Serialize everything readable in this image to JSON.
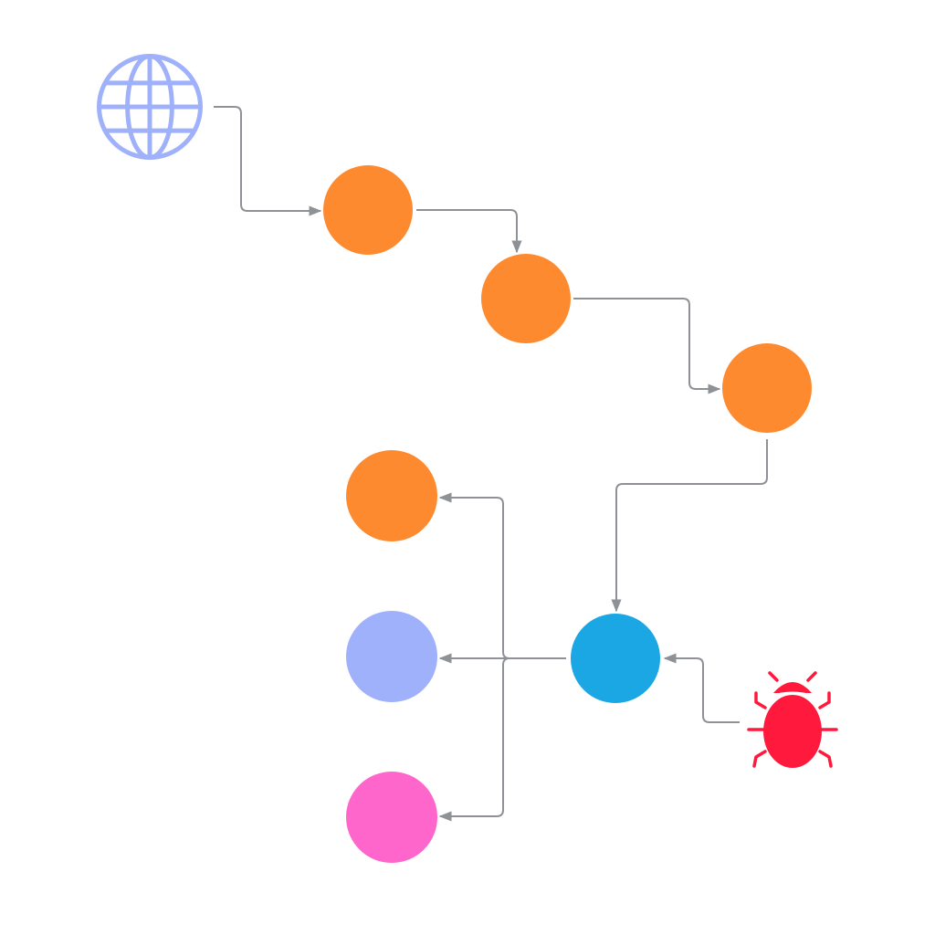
{
  "diagram": {
    "colors": {
      "background": "#ffffff",
      "connector": "#8e9196",
      "globe": "#9fb1fb",
      "orange": "#fe8a2f",
      "blue": "#1aa7e4",
      "periwinkle": "#9fb1fb",
      "pink": "#ff66cc",
      "bug": "#ff1a3d"
    },
    "nodes": [
      {
        "id": "globe",
        "kind": "icon",
        "icon": "globe-icon",
        "color": "globe"
      },
      {
        "id": "node-1",
        "kind": "circle",
        "color": "orange"
      },
      {
        "id": "node-2",
        "kind": "circle",
        "color": "orange"
      },
      {
        "id": "node-3",
        "kind": "circle",
        "color": "orange"
      },
      {
        "id": "node-hub",
        "kind": "circle",
        "color": "blue"
      },
      {
        "id": "node-out-top",
        "kind": "circle",
        "color": "orange"
      },
      {
        "id": "node-out-middle",
        "kind": "circle",
        "color": "periwinkle"
      },
      {
        "id": "node-out-bottom",
        "kind": "circle",
        "color": "pink"
      },
      {
        "id": "bug",
        "kind": "icon",
        "icon": "bug-icon",
        "color": "bug"
      }
    ],
    "edges": [
      {
        "from": "globe",
        "to": "node-1"
      },
      {
        "from": "node-1",
        "to": "node-2"
      },
      {
        "from": "node-2",
        "to": "node-3"
      },
      {
        "from": "node-3",
        "to": "node-hub"
      },
      {
        "from": "bug",
        "to": "node-hub"
      },
      {
        "from": "node-hub",
        "to": "node-out-top"
      },
      {
        "from": "node-hub",
        "to": "node-out-middle"
      },
      {
        "from": "node-hub",
        "to": "node-out-bottom"
      }
    ]
  }
}
